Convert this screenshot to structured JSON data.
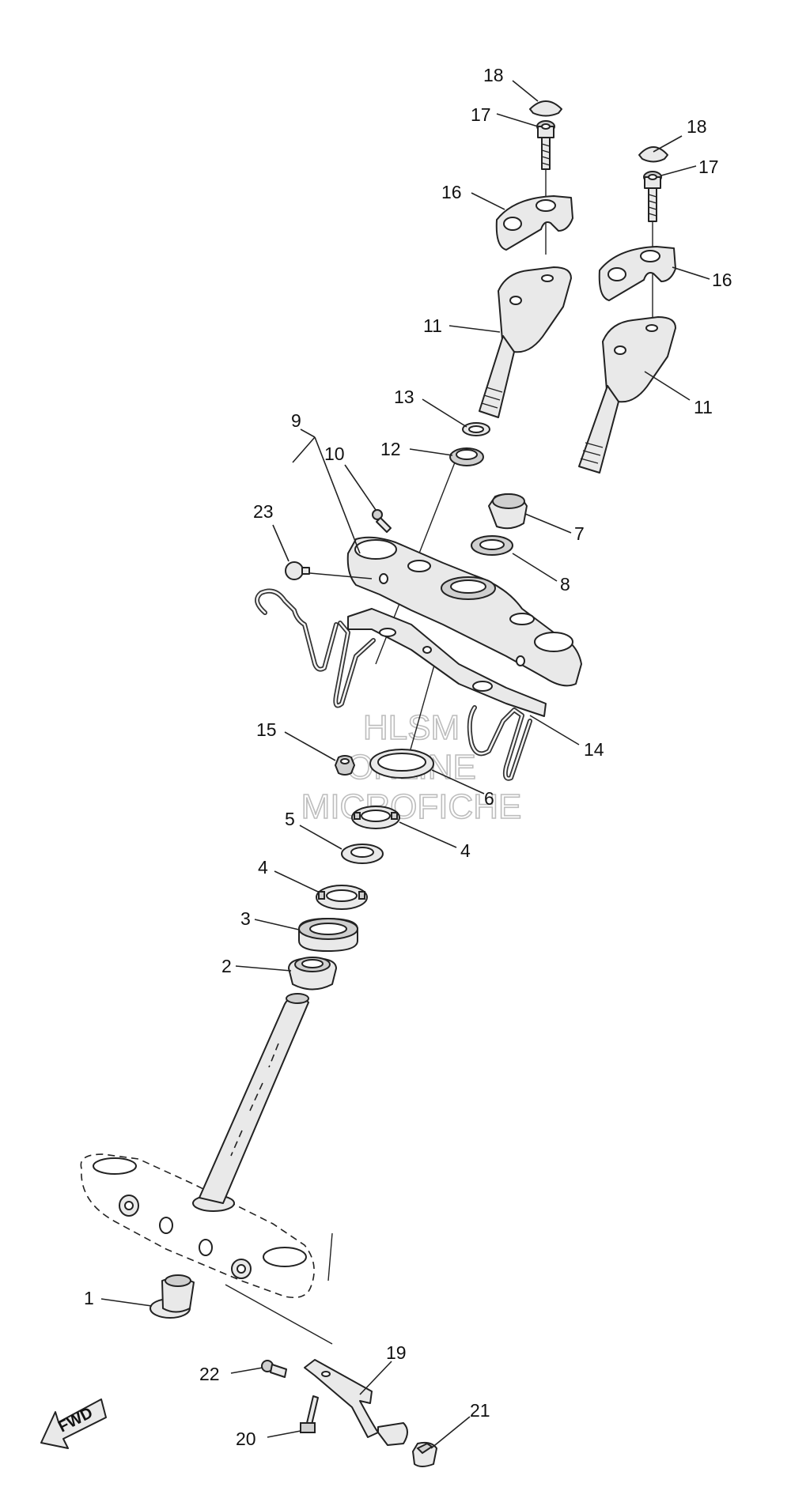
{
  "diagram": {
    "watermark_lines": [
      "HLSM",
      "ONLINE",
      "MICROFICHE"
    ],
    "forward_label": "FWD",
    "callouts": [
      {
        "id": "c18a",
        "label": "18"
      },
      {
        "id": "c17a",
        "label": "17"
      },
      {
        "id": "c16a",
        "label": "16"
      },
      {
        "id": "c11a",
        "label": "11"
      },
      {
        "id": "c13",
        "label": "13"
      },
      {
        "id": "c12",
        "label": "12"
      },
      {
        "id": "c18b",
        "label": "18"
      },
      {
        "id": "c17b",
        "label": "17"
      },
      {
        "id": "c16b",
        "label": "16"
      },
      {
        "id": "c11b",
        "label": "11"
      },
      {
        "id": "c9",
        "label": "9"
      },
      {
        "id": "c10",
        "label": "10"
      },
      {
        "id": "c23",
        "label": "23"
      },
      {
        "id": "c7",
        "label": "7"
      },
      {
        "id": "c8",
        "label": "8"
      },
      {
        "id": "c14",
        "label": "14"
      },
      {
        "id": "c15",
        "label": "15"
      },
      {
        "id": "c6",
        "label": "6"
      },
      {
        "id": "c5",
        "label": "5"
      },
      {
        "id": "c4a",
        "label": "4"
      },
      {
        "id": "c4b",
        "label": "4"
      },
      {
        "id": "c3",
        "label": "3"
      },
      {
        "id": "c2",
        "label": "2"
      },
      {
        "id": "c1",
        "label": "1"
      },
      {
        "id": "c19",
        "label": "19"
      },
      {
        "id": "c22",
        "label": "22"
      },
      {
        "id": "c20",
        "label": "20"
      },
      {
        "id": "c21",
        "label": "21"
      }
    ]
  }
}
